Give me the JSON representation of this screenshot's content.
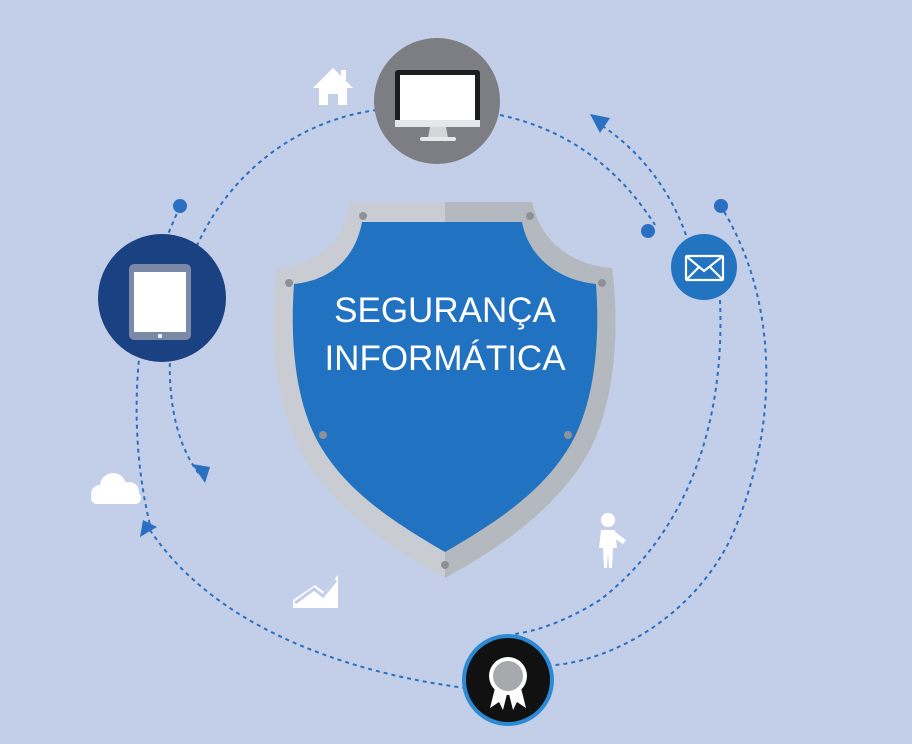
{
  "diagram": {
    "title_line1": "SEGURANÇA",
    "title_line2": "INFORMÁTICA",
    "colors": {
      "background": "#c3cfe8",
      "shield_blue": "#2172c0",
      "shield_frame": "#c9ccd2",
      "dashed_line": "#2b6fc2",
      "gray_node": "#7d7e83",
      "navy_node": "#1a4182",
      "blue_node": "#2273c0",
      "black_node": "#111111",
      "white_icon": "#ffffff"
    },
    "nodes": [
      {
        "id": "computer",
        "icon": "desktop-monitor-icon"
      },
      {
        "id": "tablet",
        "icon": "tablet-icon"
      },
      {
        "id": "email",
        "icon": "envelope-icon"
      },
      {
        "id": "award",
        "icon": "award-ribbon-icon"
      }
    ],
    "floating_icons": [
      "home-icon",
      "cloud-icon",
      "trend-chart-icon",
      "person-icon"
    ]
  }
}
